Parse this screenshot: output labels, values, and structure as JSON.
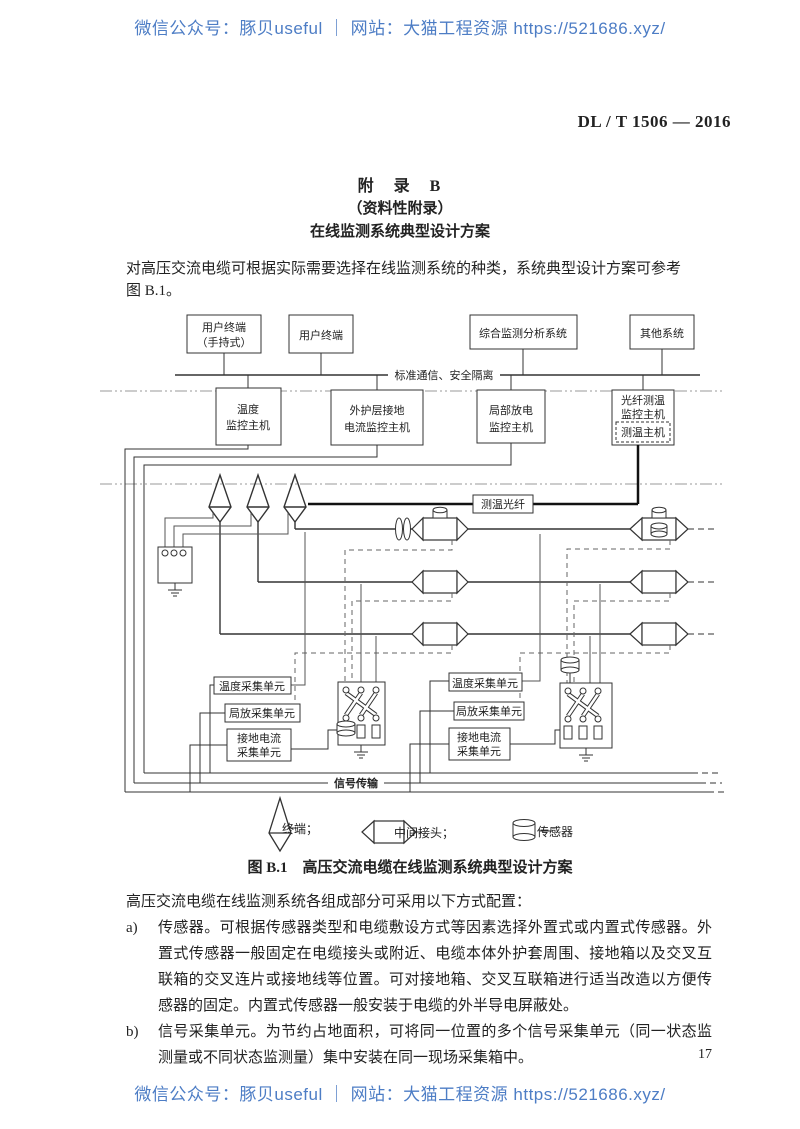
{
  "watermark": {
    "top": "微信公众号：豚贝useful ｜ 网站：大猫工程资源 https://521686.xyz/",
    "bottom": "微信公众号：豚贝useful ｜ 网站：大猫工程资源 https://521686.xyz/"
  },
  "header": {
    "doc_number": "DL / T 1506 — 2016"
  },
  "appendix": {
    "title": "附　录　B",
    "subtitle": "（资料性附录）",
    "section_title": "在线监测系统典型设计方案"
  },
  "intro": "对高压交流电缆可根据实际需要选择在线监测系统的种类，系统典型设计方案可参考图 B.1。",
  "diagram": {
    "terminals": {
      "handheld_line1": "用户终端",
      "handheld_line2": "（手持式）",
      "user": "用户终端"
    },
    "systems": {
      "analysis": "综合监测分析系统",
      "other": "其他系统"
    },
    "bus_label": "标准通信、安全隔离",
    "hosts": {
      "temp_line1": "温度",
      "temp_line2": "监控主机",
      "sheath_line1": "外护层接地",
      "sheath_line2": "电流监控主机",
      "pd_line1": "局部放电",
      "pd_line2": "监控主机",
      "fiber_line1": "光纤测温",
      "fiber_line2": "监控主机",
      "fiber_inner": "测温主机"
    },
    "fiber_label": "测温光纤",
    "units": {
      "temp": "温度采集单元",
      "pd": "局放采集单元",
      "ground_line1": "接地电流",
      "ground_line2": "采集单元"
    },
    "signal_label": "信号传输",
    "legend": {
      "terminal": "终端；",
      "joint": "中间接头；",
      "sensor": "传感器"
    },
    "caption": "图 B.1　高压交流电缆在线监测系统典型设计方案"
  },
  "body": {
    "lead": "高压交流电缆在线监测系统各组成部分可采用以下方式配置：",
    "items": [
      {
        "label": "a)",
        "text": "传感器。可根据传感器类型和电缆敷设方式等因素选择外置式或内置式传感器。外置式传感器一般固定在电缆接头或附近、电缆本体外护套周围、接地箱以及交叉互联箱的交叉连片或接地线等位置。可对接地箱、交叉互联箱进行适当改造以方便传感器的固定。内置式传感器一般安装于电缆的外半导电屏蔽处。"
      },
      {
        "label": "b)",
        "text": "信号采集单元。为节约占地面积，可将同一位置的多个信号采集单元（同一状态监测量或不同状态监测量）集中安装在同一现场采集箱中。"
      }
    ]
  },
  "page_number": "17",
  "colors": {
    "watermark_blue": "#4d7dc5",
    "line": "#333333"
  }
}
